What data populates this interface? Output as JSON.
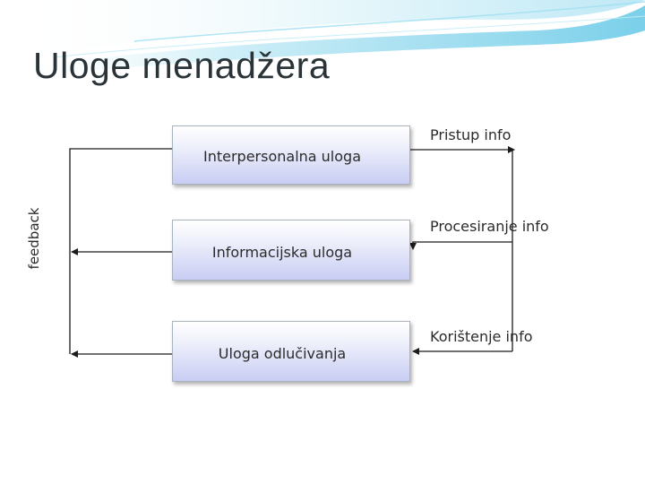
{
  "slide": {
    "title": "Uloge menadžera"
  },
  "diagram": {
    "roles": [
      "Interpersonalna uloga",
      "Informacijska uloga",
      "Uloga odlučivanja"
    ],
    "info_steps": [
      "Pristup info",
      "Procesiranje info",
      "Korištenje info"
    ],
    "feedback_label": "feedback"
  },
  "colors": {
    "title": "#2a3438",
    "box_gradient_bottom": "#c9cdf3",
    "swoosh": "#5fc7e6"
  }
}
